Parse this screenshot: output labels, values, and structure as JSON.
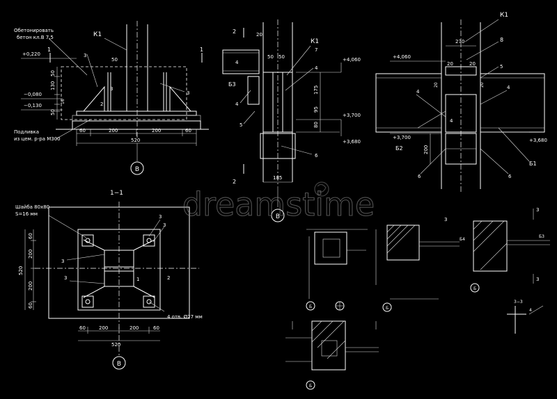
{
  "watermark": "dreamstime",
  "detail_a": {
    "concrete_note_1": "Обетонировать",
    "concrete_note_2": "бетон кл.В 7,5",
    "grout_note_1": "Подливка",
    "grout_note_2": "из цем. р-ра М300",
    "label_k1": "К1",
    "elev_top": "+0,220",
    "elev_mid": "−0,080",
    "elev_low": "−0,130",
    "section_mark": "1",
    "callouts": [
      "3",
      "3",
      "2",
      "3"
    ],
    "dims_h": [
      "60",
      "200",
      "200",
      "60"
    ],
    "dim_total": "520",
    "dim_50": "50",
    "dims_v": [
      "130",
      "50",
      "16",
      "50"
    ],
    "axis": "В"
  },
  "detail_b": {
    "section_mark": "2",
    "label_k1": "К1",
    "label_b3": "Б3",
    "dims_top": [
      "20",
      "50",
      "50"
    ],
    "callouts": [
      "7",
      "4",
      "4",
      "4",
      "5",
      "6"
    ],
    "dims_v": [
      "175",
      "95",
      "80"
    ],
    "elev_1": "+4,060",
    "elev_2": "+3,700",
    "elev_3": "+3,680",
    "dim_185": "185",
    "axis": "В"
  },
  "detail_c": {
    "label_k1": "К1",
    "dim_270": "270",
    "callouts": [
      "8",
      "5",
      "4",
      "4",
      "4",
      "6",
      "6"
    ],
    "dims_20": [
      "20",
      "20",
      "20",
      "20"
    ],
    "dim_200": "200",
    "elev_1": "+4,060",
    "elev_2": "+3,700",
    "elev_3": "+3,680",
    "label_b2": "Б2",
    "label_b1": "Б1"
  },
  "section_1_1": {
    "title": "1−1",
    "washer_1": "Шайба 80х80",
    "washer_2": "S=16 мм",
    "callouts": [
      "3",
      "3",
      "3",
      "3",
      "1",
      "2"
    ],
    "dims_v": [
      "60",
      "200",
      "200",
      "60"
    ],
    "dim_total_v": "520",
    "dims_h": [
      "60",
      "200",
      "200",
      "60"
    ],
    "dim_total_h": "520",
    "holes": "4 отв. Ø27 мм",
    "axis": "В"
  },
  "small_details": {
    "labels": [
      "3",
      "Б4",
      "Б3",
      "3",
      "3",
      "3−3",
      "4"
    ],
    "axes": [
      "Б",
      "1",
      "Б",
      "Б",
      "Б"
    ]
  }
}
